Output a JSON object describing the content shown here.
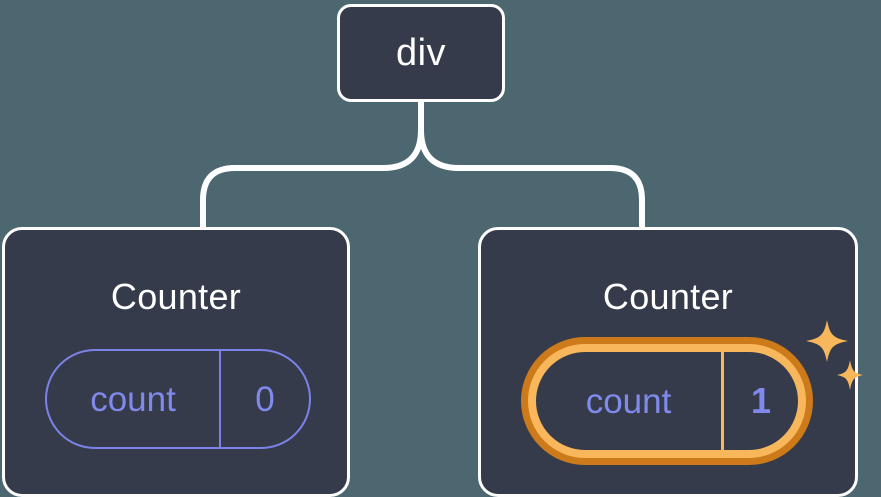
{
  "diagram": {
    "type": "component-tree",
    "background_color": "#4d6771",
    "node_fill_color": "#353b4a",
    "node_border_color": "#fdfdfd",
    "connector_color": "#ffffff",
    "accent_color": "#7b83e8",
    "highlight_outer_color": "#cc7a1a",
    "highlight_inner_color": "#f9b75c",
    "sparkle_color": "#f9b75c"
  },
  "root": {
    "label": "div"
  },
  "children": [
    {
      "title": "Counter",
      "state": {
        "key": "count",
        "value": "0"
      },
      "highlighted": false
    },
    {
      "title": "Counter",
      "state": {
        "key": "count",
        "value": "1"
      },
      "highlighted": true
    }
  ]
}
